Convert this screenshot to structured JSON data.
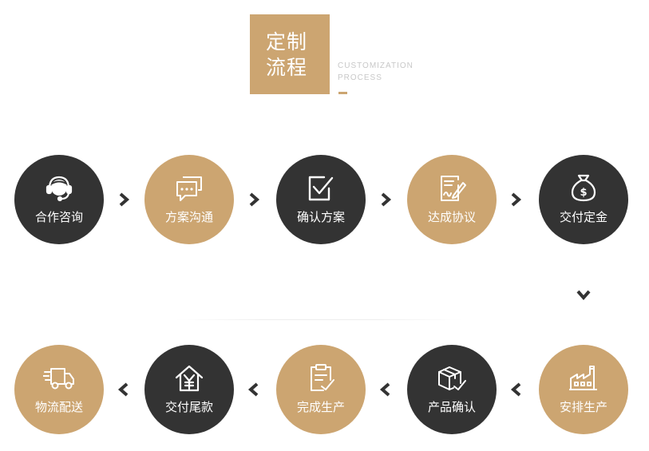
{
  "header": {
    "title_line1": "定制",
    "title_line2": "流程",
    "subtitle_line1": "CUSTOMIZATION",
    "subtitle_line2": "PROCESS"
  },
  "colors": {
    "dark": "#333333",
    "tan": "#cca571",
    "arrow": "#333333"
  },
  "steps": [
    {
      "label": "合作咨询",
      "icon": "headset-icon"
    },
    {
      "label": "方案沟通",
      "icon": "chat-bubbles-icon"
    },
    {
      "label": "确认方案",
      "icon": "checkbox-icon"
    },
    {
      "label": "达成协议",
      "icon": "contract-sign-icon"
    },
    {
      "label": "交付定金",
      "icon": "money-bag-icon"
    },
    {
      "label": "安排生产",
      "icon": "factory-icon"
    },
    {
      "label": "产品确认",
      "icon": "package-check-icon"
    },
    {
      "label": "完成生产",
      "icon": "clipboard-check-icon"
    },
    {
      "label": "交付尾款",
      "icon": "house-yen-icon"
    },
    {
      "label": "物流配送",
      "icon": "delivery-truck-icon"
    }
  ]
}
